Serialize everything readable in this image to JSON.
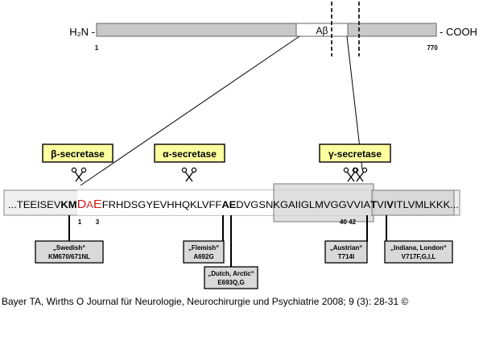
{
  "app_protein": {
    "n_terminus": "H₂N -",
    "c_terminus": "- COOH",
    "abeta_label": "Aβ",
    "start_residue": "1",
    "end_residue": "770"
  },
  "secretases": {
    "beta": "β-secretase",
    "alpha": "α-secretase",
    "gamma": "γ-secretase"
  },
  "sequence": {
    "segments": [
      {
        "text": "...TEEISEV",
        "style": "normal"
      },
      {
        "text": "KM",
        "style": "bold"
      },
      {
        "text": "D",
        "style": "red-large"
      },
      {
        "text": "A",
        "style": "red-small"
      },
      {
        "text": "E",
        "style": "red-large"
      },
      {
        "text": "FRHDSGYEVHHQKLVFF",
        "style": "normal"
      },
      {
        "text": "AE",
        "style": "bold"
      },
      {
        "text": "DVGSNKGAIIGLMVGGVVIA",
        "style": "normal"
      },
      {
        "text": "T",
        "style": "bold"
      },
      {
        "text": "VI",
        "style": "normal"
      },
      {
        "text": "V",
        "style": "bold"
      },
      {
        "text": "ITLVMLKKK...",
        "style": "normal"
      }
    ],
    "position_labels": {
      "p1": "1",
      "p3": "3",
      "p40_42": "40 42"
    }
  },
  "mutations": {
    "swedish": {
      "name": "„Swedish“",
      "detail": "KM670/671NL"
    },
    "flemish": {
      "name": "„Flemish“",
      "detail": "A692G"
    },
    "dutch_arctic": {
      "name": "„Dutch, Arctic“",
      "detail": "E693Q,G"
    },
    "austrian": {
      "name": "„Austrian“",
      "detail": "T714I"
    },
    "indiana_london": {
      "name": "„Indiana, London“",
      "detail": "V717F,G,I,L"
    }
  },
  "citation": "Bayer TA, Wirths O Journal für Neurologie, Neurochirurgie und Psychiatrie 2008; 9 (3): 28-31 ©",
  "colors": {
    "protein_gray": "#c8c8c8",
    "secretase_yellow": "#ffffa0",
    "mutation_box": "#d9d9d9",
    "highlight_red": "#cc2222"
  }
}
